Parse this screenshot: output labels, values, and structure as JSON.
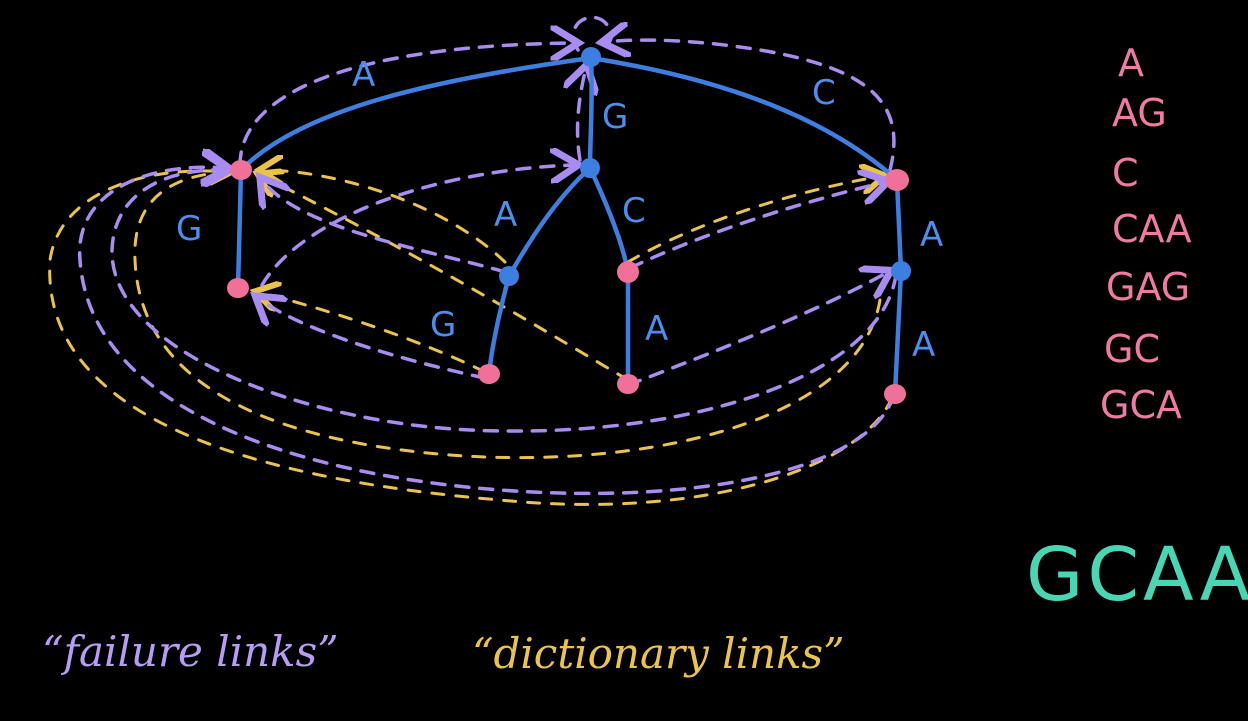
{
  "edge_labels": {
    "root_a": "A",
    "root_g": "G",
    "root_c": "C",
    "a_g": "G",
    "g_a": "A",
    "g_c": "C",
    "ga_g": "G",
    "gc_a": "A",
    "c_a": "A",
    "ca_a": "A"
  },
  "dictionary_words": [
    "A",
    "AG",
    "C",
    "CAA",
    "GAG",
    "GC",
    "GCA"
  ],
  "query_string": "GCAA",
  "legend": {
    "failure_links": "“failure links”",
    "dictionary_links": "“dictionary links”"
  },
  "colors": {
    "trie_edges": "#3d7fe0",
    "word_nodes": "#f0709a",
    "failure_links": "#a98cf2",
    "dictionary_links": "#ecc34a",
    "query": "#49d6b4"
  }
}
